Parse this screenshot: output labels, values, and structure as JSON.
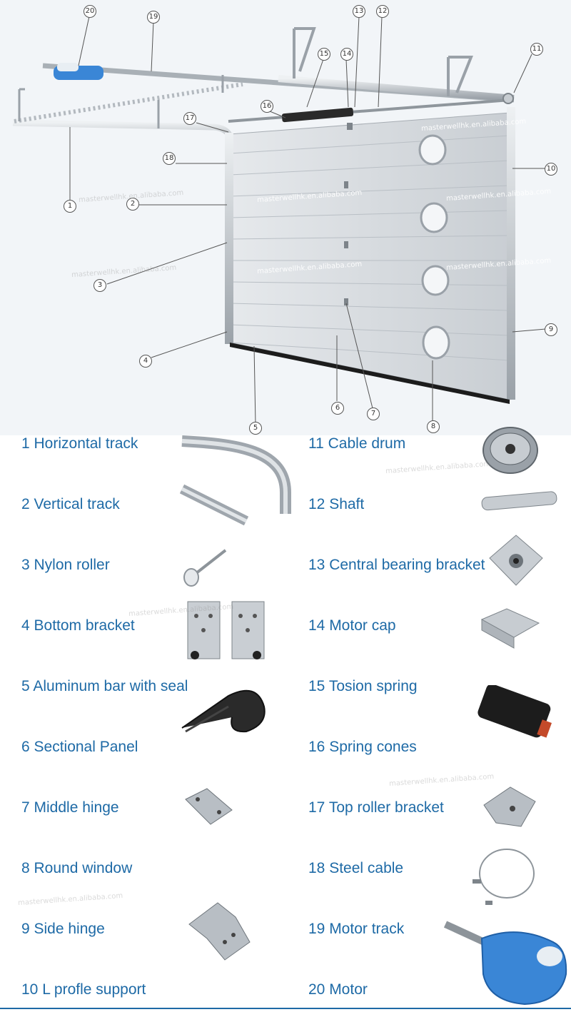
{
  "diagram": {
    "callouts": [
      "1",
      "2",
      "3",
      "4",
      "5",
      "6",
      "7",
      "8",
      "9",
      "10",
      "11",
      "12",
      "13",
      "14",
      "15",
      "16",
      "17",
      "18",
      "19",
      "20"
    ],
    "watermark": "masterwellhk.en.alibaba.com"
  },
  "legend": {
    "items": [
      {
        "label": "1 Horizontal track",
        "icon": "curved-track-icon"
      },
      {
        "label": "2 Vertical track",
        "icon": "straight-track-icon"
      },
      {
        "label": "3 Nylon roller",
        "icon": "roller-icon"
      },
      {
        "label": "4 Bottom bracket",
        "icon": "bottom-bracket-icon"
      },
      {
        "label": "5 Aluminum bar with seal",
        "icon": "rubber-seal-icon"
      },
      {
        "label": "6 Sectional Panel",
        "icon": ""
      },
      {
        "label": "7 Middle hinge",
        "icon": "middle-hinge-icon"
      },
      {
        "label": "8 Round window",
        "icon": ""
      },
      {
        "label": "9 Side hinge",
        "icon": "side-hinge-icon"
      },
      {
        "label": "10 L profle support",
        "icon": ""
      },
      {
        "label": "11 Cable drum",
        "icon": "cable-drum-icon"
      },
      {
        "label": "12 Shaft",
        "icon": "shaft-icon"
      },
      {
        "label": "13 Central bearing bracket",
        "icon": "bearing-bracket-icon"
      },
      {
        "label": "14 Motor cap",
        "icon": "motor-cap-icon"
      },
      {
        "label": "15 Tosion spring",
        "icon": "torsion-spring-icon"
      },
      {
        "label": "16 Spring cones",
        "icon": ""
      },
      {
        "label": "17 Top roller bracket",
        "icon": "top-roller-bracket-icon"
      },
      {
        "label": "18 Steel cable",
        "icon": "steel-cable-icon"
      },
      {
        "label": "19 Motor track",
        "icon": "motor-track-icon"
      },
      {
        "label": "20 Motor",
        "icon": "motor-icon"
      }
    ]
  },
  "colors": {
    "label": "#1e6aa6",
    "motor": "#3a86d6",
    "panel": "#d9dde1",
    "metal": "#b8bec4"
  }
}
